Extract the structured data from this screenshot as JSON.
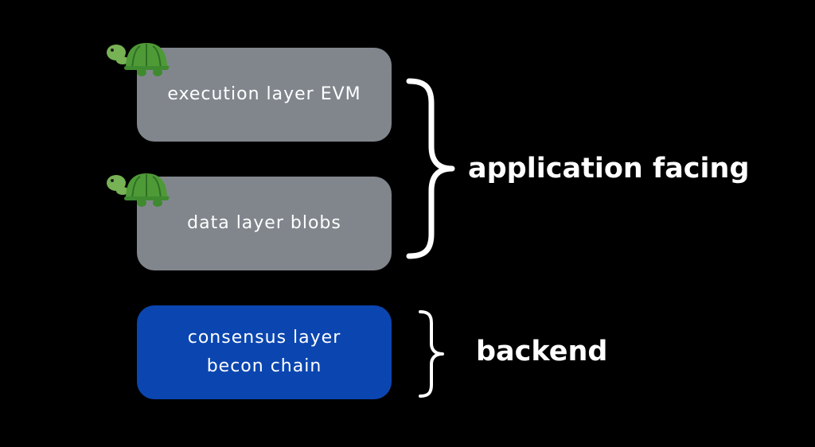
{
  "layers": [
    {
      "id": "execution",
      "lines": [
        "execution layer EVM"
      ],
      "color": "#81868d"
    },
    {
      "id": "data",
      "lines": [
        "data layer blobs"
      ],
      "color": "#81868d"
    },
    {
      "id": "consensus",
      "lines": [
        "consensus layer",
        "becon chain"
      ],
      "color": "#0b46b0"
    }
  ],
  "groups": {
    "application": {
      "label": "application facing"
    },
    "backend": {
      "label": "backend"
    }
  },
  "icons": [
    "turtle-icon",
    "turtle-icon",
    "curly-brace-icon",
    "curly-brace-icon"
  ]
}
